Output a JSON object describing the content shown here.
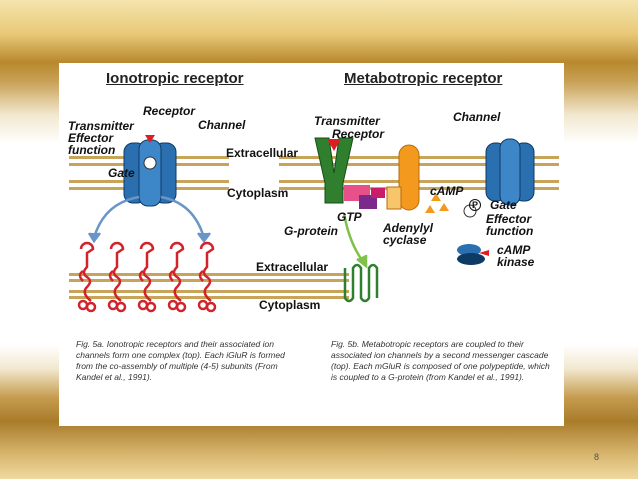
{
  "slide": {
    "page_number": "8"
  },
  "left_panel": {
    "title": "Ionotropic receptor",
    "labels": {
      "receptor": "Receptor",
      "transmitter": "Transmitter",
      "channel": "Channel",
      "effector_function": "Effector\nfunction",
      "gate": "Gate",
      "extracellular_top": "Extracellular",
      "cytoplasm_top": "Cytoplasm",
      "extracellular_bottom": "Extracellular",
      "cytoplasm_bottom": "Cytoplasm"
    },
    "caption": "Fig. 5a. Ionotropic receptors and their associated ion channels form one complex (top). Each iGluR is formed from the co-assembly of multiple (4-5) subunits (From Kandel et al., 1991)."
  },
  "right_panel": {
    "title": "Metabotropic receptor",
    "labels": {
      "transmitter": "Transmitter",
      "receptor": "Receptor",
      "channel": "Channel",
      "camp": "cAMP",
      "gtp": "GTP",
      "g_protein": "G-protein",
      "adenylyl_cyclase": "Adenylyl\ncyclase",
      "gate": "Gate",
      "effector_function": "Effector\nfunction",
      "camp_kinase": "cAMP\nkinase",
      "phosphate": "P"
    },
    "caption": "Fig. 5b. Metabotropic receptors are coupled to their associated ion channels by a second messenger cascade (top). Each mGluR is composed of one polypeptide, which is coupled to a G-protein (from Kandel et al., 1991)."
  },
  "colors": {
    "membrane": "#c8a45a",
    "channel_blue": "#2a6fb0",
    "subunit_red": "#d2222a",
    "receptor_green": "#2f7f2f",
    "cyclase_orange": "#f39a1e",
    "arrow_blue": "#6a95c8",
    "arrow_green": "#7fc24a"
  }
}
